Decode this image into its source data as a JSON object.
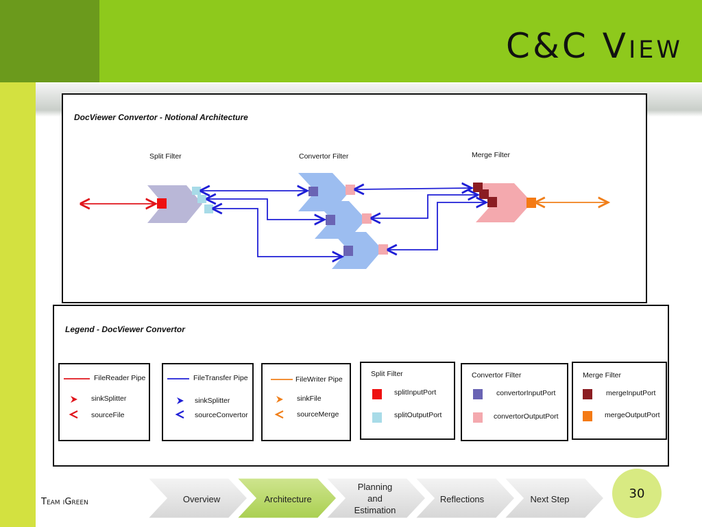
{
  "slide": {
    "title": "C&C View",
    "team": "Team iGreen",
    "page_number": "30"
  },
  "colors": {
    "accent": "#8ec91c",
    "accent_dark": "#6b9a1c",
    "strip": "#d3e140"
  },
  "diagram": {
    "title": "DocViewer Convertor - Notional Architecture",
    "split_filter": "Split Filter",
    "convertor_filter": "Convertor Filter",
    "merge_filter": "Merge Filter"
  },
  "legend": {
    "title": "Legend - DocViewer Convertor",
    "pipes": [
      {
        "name": "FileReader Pipe",
        "color": "#e0141b",
        "sink": "sinkSplitter",
        "source": "sourceFile"
      },
      {
        "name": "FileTransfer Pipe",
        "color": "#1f1fd6",
        "sink": "sinkSplitter",
        "source": "sourceConvertor"
      },
      {
        "name": "FileWriter Pipe",
        "color": "#f07f1a",
        "sink": "sinkFile",
        "source": "sourceMerge"
      }
    ],
    "filters": [
      {
        "name": "Split Filter",
        "input_port": "splitInputPort",
        "output_port": "splitOutputPort",
        "input_color": "#ee1111",
        "output_color": "#a8dbe8"
      },
      {
        "name": "Convertor Filter",
        "input_port": "convertorInputPort",
        "output_port": "convertorOutputPort",
        "input_color": "#6a64b4",
        "output_color": "#f4a9ae"
      },
      {
        "name": "Merge Filter",
        "input_port": "mergeInputPort",
        "output_port": "mergeOutputPort",
        "input_color": "#8b1d22",
        "output_color": "#f47a14"
      }
    ]
  },
  "nav": {
    "steps": [
      "Overview",
      "Architecture",
      "Planning\nand\nEstimation",
      "Reflections",
      "Next Step"
    ],
    "active": "Architecture"
  }
}
